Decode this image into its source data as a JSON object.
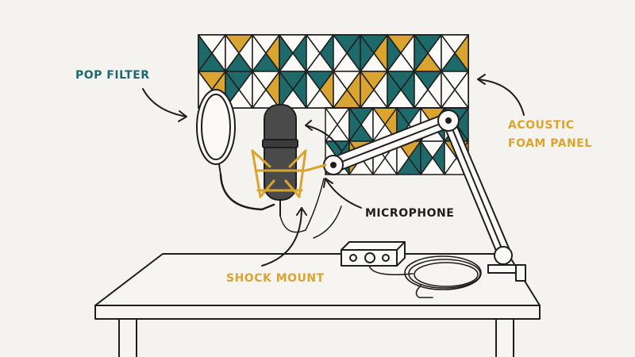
{
  "labels": {
    "pop_filter": "POP FILTER",
    "acoustic_foam_panel_line1": "ACOUSTIC",
    "acoustic_foam_panel_line2": "FOAM PANEL",
    "microphone": "MICROPHONE",
    "shock_mount": "SHOCK MOUNT"
  },
  "colors": {
    "teal": "#1e6a6a",
    "gold": "#d9a42f",
    "ink": "#1e1e1e",
    "mic_body": "#4a4a4a",
    "background": "#f5f3ef"
  }
}
